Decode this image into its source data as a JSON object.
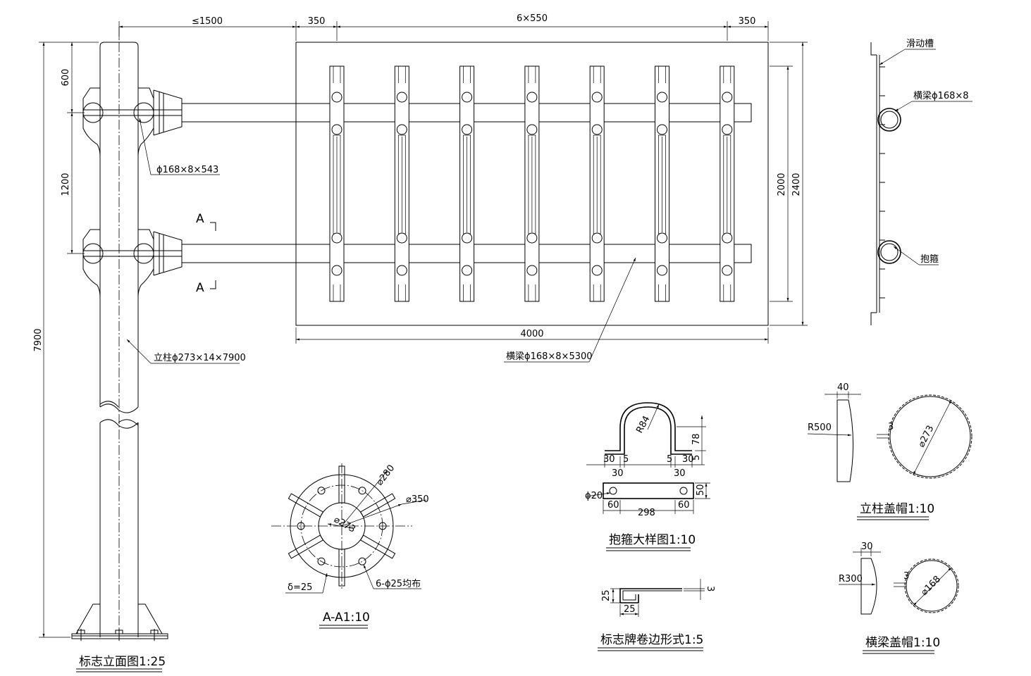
{
  "elevation": {
    "title": "标志立面图1:25",
    "dims": {
      "cantilever": "≤1500",
      "edge_left": "350",
      "spacing": "6×550",
      "edge_right": "350",
      "total_height": "7900",
      "top": "600",
      "beam_spacing": "1200",
      "panel_width": "4000",
      "inner_height": "2000",
      "panel_height": "2400"
    },
    "labels": {
      "flange_tube": "ϕ168×8×543",
      "column": "立柱ϕ273×14×7900",
      "beam": "横梁ϕ168×8×5300",
      "section_a": "A"
    }
  },
  "side_view": {
    "slide_groove": "滑动槽",
    "beam": "横梁ϕ168×8",
    "clamp": "抱箍"
  },
  "section_aa": {
    "title": "A-A1:10",
    "d280": "⌀280",
    "d350": "⌀350",
    "d_inner": "⌀273",
    "thickness": "δ=25",
    "holes": "6-ϕ25均布"
  },
  "clamp_detail": {
    "title": "抱箍大样图1:10",
    "r": "R84",
    "d30a": "30",
    "d5a": "5",
    "d30b": "30",
    "d5b": "5",
    "d30c": "30",
    "d30d": "30",
    "d78": "78",
    "d5c": "5",
    "hole": "ϕ20",
    "d60a": "60",
    "d298": "298",
    "d60b": "60",
    "d50": "50"
  },
  "fold_detail": {
    "title": "标志牌卷边形式1:5",
    "d25v": "25",
    "d25h": "25",
    "d3": "3"
  },
  "column_cap": {
    "title": "立柱盖帽1:10",
    "d40": "40",
    "r500": "R500",
    "d3": "3",
    "d273": "⌀273"
  },
  "beam_cap": {
    "title": "横梁盖帽1:10",
    "d30": "30",
    "r300": "R300",
    "d3": "3",
    "d168": "⌀168"
  }
}
